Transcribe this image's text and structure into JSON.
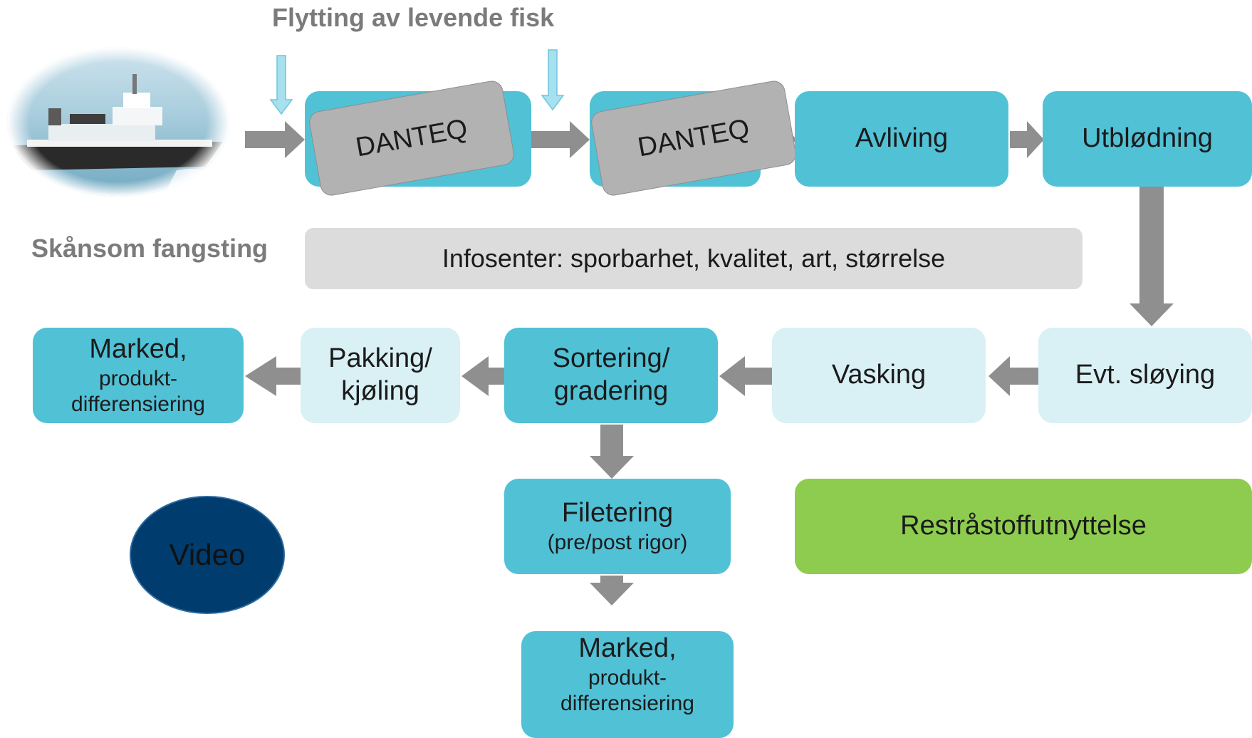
{
  "title": "Flytting av levende fisk",
  "side_label": "Skånsom fangsting",
  "ship_image": "ship-photo",
  "danteq_1": "DANTEQ",
  "danteq_2": "DANTEQ",
  "top_flow": {
    "avliving": "Avliving",
    "utblodning": "Utblødning"
  },
  "infosenter": "Infosenter: sporbarhet, kvalitet, art, størrelse",
  "row2": {
    "market_line1": "Marked,",
    "market_line2": "produkt-",
    "market_line3": "differensiering",
    "pakking_line1": "Pakking/",
    "pakking_line2": "kjøling",
    "sortering_line1": "Sortering/",
    "sortering_line2": "gradering",
    "vasking": "Vasking",
    "sloying": "Evt. sløying"
  },
  "filetering_title": "Filetering",
  "filetering_sub": "(pre/post rigor)",
  "market_bottom_line1": "Marked,",
  "market_bottom_line2": "produkt-",
  "market_bottom_line3": "differensiering",
  "restrastoff": "Restråstoffutnyttelse",
  "video": "Video",
  "colors": {
    "dark_box": "#51c1d6",
    "light_box": "#d9f0f5",
    "green_box": "#8dcc4e",
    "grey_box": "#dcdcdc",
    "arrow": "#8f8f8f",
    "video": "#003d6e"
  }
}
